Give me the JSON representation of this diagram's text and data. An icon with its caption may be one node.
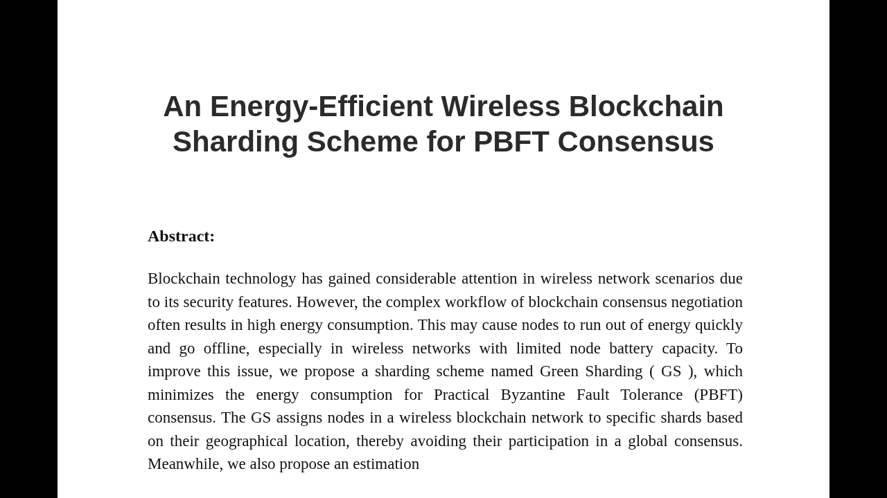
{
  "diagram": {
    "title": "An Energy-Efficient Wireless Blockchain Sharding Scheme for PBFT Consensus",
    "labels": [
      "Abstract:",
      "Blockchain technology has gained considerable attention in wireless network scenarios due to its security features. However, the complex workflow of blockchain consensus negotiation often results in high energy consumption. This may cause nodes to run out of energy quickly and go offline, especially in wireless networks with limited node battery capacity. To improve this issue, we propose a sharding scheme named Green Sharding ( GS ), which minimizes the energy consumption for Practical Byzantine Fault Tolerance (PBFT) consensus. The GS assigns nodes in a wireless blockchain network to specific shards based on their geographical location, thereby avoiding their participation in a global consensus. Meanwhile, we also propose an estimation"
    ]
  }
}
